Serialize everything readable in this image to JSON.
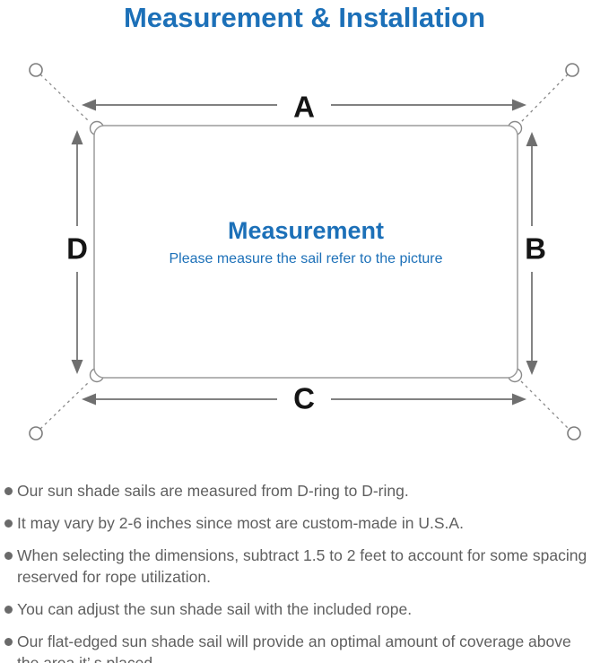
{
  "title": "Measurement & Installation",
  "colors": {
    "heading_blue": "#1c70b8",
    "diagram_text_blue": "#1c70b8",
    "note_text_gray": "#5f5f5f",
    "bullet_gray": "#6a6a6a",
    "sail_outline_gray": "#9c9c9c",
    "tether_gray": "#8a8a8a",
    "arrow_gray": "#6f6f6f",
    "dimension_label_black": "#151515"
  },
  "diagram": {
    "labels": {
      "top": "A",
      "right": "B",
      "bottom": "C",
      "left": "D"
    },
    "center_title": "Measurement",
    "center_subtitle": "Please measure the sail refer to the picture"
  },
  "notes": [
    "Our sun shade sails are measured from D-ring to D-ring.",
    "It may vary by 2-6 inches since most are custom-made in U.S.A.",
    "When selecting the dimensions, subtract 1.5 to 2 feet to account for some spacing reserved for rope utilization.",
    "You can adjust the sun shade sail with the included rope.",
    "Our flat-edged sun shade sail will provide an optimal amount of coverage above the area it’ s placed."
  ]
}
